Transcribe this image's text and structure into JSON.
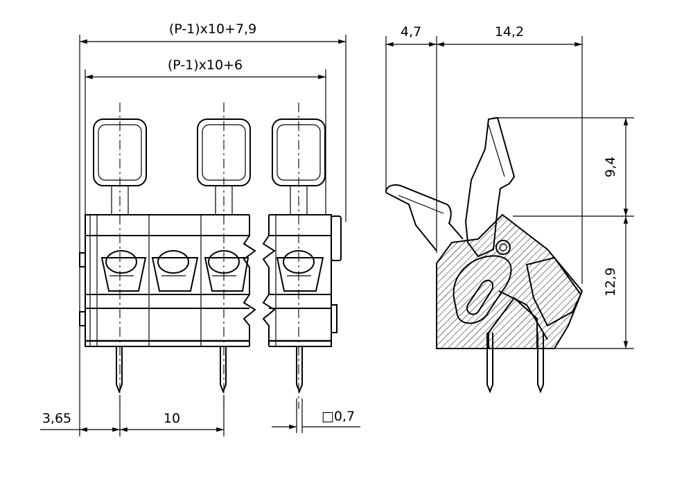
{
  "front_view": {
    "overall_width_label": "(P-1)x10+7,9",
    "inner_width_label": "(P-1)x10+6",
    "left_offset_label": "3,65",
    "pitch_label": "10",
    "pin_size_label": "□0,7"
  },
  "side_view": {
    "lever_depth_label": "4,7",
    "body_depth_label": "14,2",
    "lever_height_label": "9,4",
    "body_height_label": "12,9"
  }
}
